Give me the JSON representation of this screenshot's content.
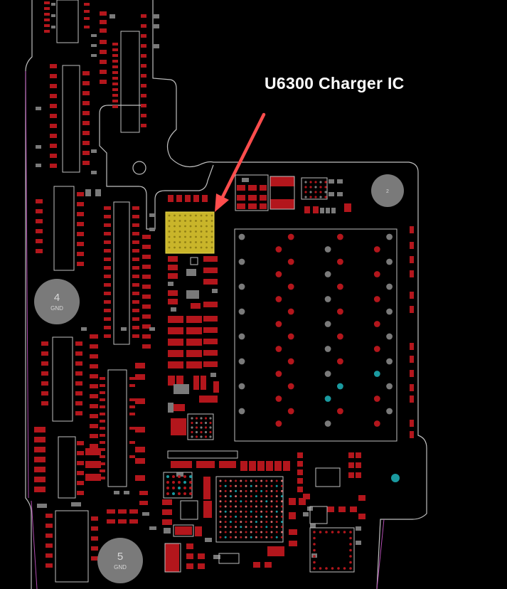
{
  "annotation": {
    "label": "U6300 Charger IC",
    "text_color": "#ffffff",
    "arrow_color": "#ff4d4d"
  },
  "highlight": {
    "color": "#c9b52a"
  },
  "mount_holes": [
    {
      "number": "4",
      "label": "GND"
    },
    {
      "number": "5",
      "label": "GND"
    },
    {
      "number": "2",
      "label": ""
    }
  ],
  "colors": {
    "background": "#000000",
    "outline": "#bfbfbf",
    "board_edge": "#b24db2",
    "pad_red": "#b3161c",
    "pad_gray": "#7a7a7a",
    "pad_teal": "#1a9aa0",
    "silkscreen": "#cfcfcf"
  }
}
